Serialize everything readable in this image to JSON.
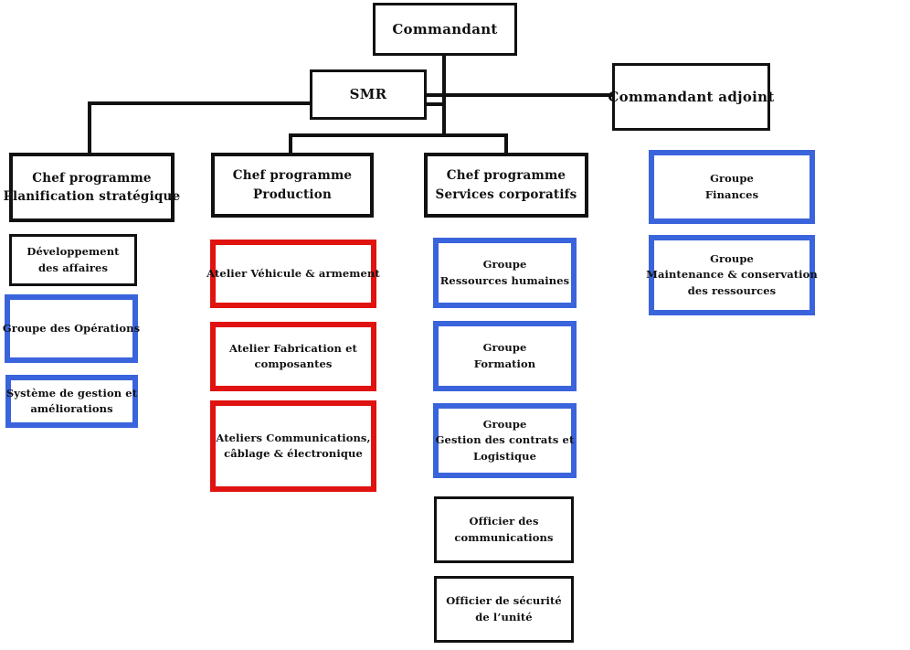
{
  "diagram_type": "organizational-chart",
  "language": "fr",
  "colors": {
    "background": "#ffffff",
    "text": "#111111",
    "border_black": "#111111",
    "border_blue": "#3a64dc",
    "border_red": "#e01310",
    "connector_line": "#111111"
  },
  "nodes": {
    "commandant": {
      "lines": [
        "Commandant"
      ]
    },
    "smr": {
      "lines": [
        "SMR"
      ]
    },
    "commandant_adjoint": {
      "lines": [
        "Commandant adjoint"
      ]
    },
    "chef_planification": {
      "lines": [
        "Chef programme",
        "Planification stratégique"
      ]
    },
    "developpement_affaires": {
      "lines": [
        "Développement",
        "des affaires"
      ]
    },
    "groupe_operations": {
      "lines": [
        "Groupe des Opérations"
      ]
    },
    "systeme_gestion": {
      "lines": [
        "Système de gestion et",
        "améliorations"
      ]
    },
    "chef_production": {
      "lines": [
        "Chef programme",
        "Production"
      ]
    },
    "atelier_vehicule": {
      "lines": [
        "Atelier Véhicule & armement"
      ]
    },
    "atelier_fabrication": {
      "lines": [
        "Atelier Fabrication et",
        "composantes"
      ]
    },
    "ateliers_communications": {
      "lines": [
        "Ateliers Communications,",
        "câblage & électronique"
      ]
    },
    "chef_services": {
      "lines": [
        "Chef programme",
        "Services corporatifs"
      ]
    },
    "groupe_rh": {
      "lines": [
        "Groupe",
        "Ressources humaines"
      ]
    },
    "groupe_formation": {
      "lines": [
        "Groupe",
        "Formation"
      ]
    },
    "groupe_contrats": {
      "lines": [
        "Groupe",
        "Gestion des contrats et",
        "Logistique"
      ]
    },
    "officier_communications": {
      "lines": [
        "Officier des",
        "communications"
      ]
    },
    "officier_securite": {
      "lines": [
        "Officier de sécurité",
        "de l’unité"
      ]
    },
    "groupe_finances": {
      "lines": [
        "Groupe",
        "Finances"
      ]
    },
    "groupe_maintenance": {
      "lines": [
        "Groupe",
        "Maintenance & conservation",
        "des ressources"
      ]
    }
  }
}
